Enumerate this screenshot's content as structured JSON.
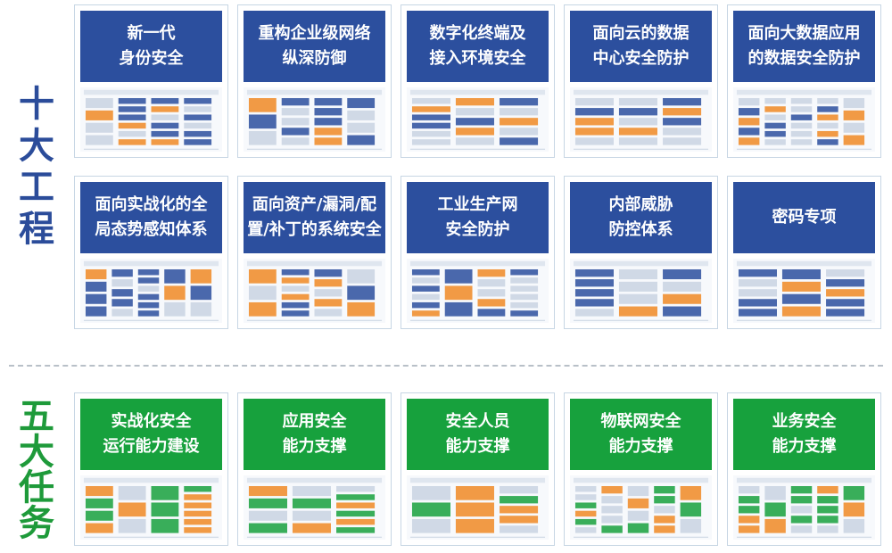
{
  "sections": {
    "top_label": [
      "十",
      "大",
      "工",
      "程"
    ],
    "bottom_label": [
      "五",
      "大",
      "任",
      "务"
    ]
  },
  "projects": [
    {
      "title": "新一代\n身份安全"
    },
    {
      "title": "重构企业级网络\n纵深防御"
    },
    {
      "title": "数字化终端及\n接入环境安全"
    },
    {
      "title": "面向云的数据\n中心安全防护"
    },
    {
      "title": "面向大数据应用\n的数据安全防护"
    },
    {
      "title": "面向实战化的全\n局态势感知体系"
    },
    {
      "title": "面向资产/漏洞/配\n置/补丁的系统安全"
    },
    {
      "title": "工业生产网\n安全防护"
    },
    {
      "title": "内部威胁\n防控体系"
    },
    {
      "title": "密码专项"
    }
  ],
  "tasks": [
    {
      "title": "实战化安全\n运行能力建设"
    },
    {
      "title": "应用安全\n能力支撑"
    },
    {
      "title": "安全人员\n能力支撑"
    },
    {
      "title": "物联网安全\n能力支撑"
    },
    {
      "title": "业务安全\n能力支撑"
    }
  ],
  "colors": {
    "project_header": "#2c4f9e",
    "task_header": "#17a13d",
    "top_label": "#2b4c9a",
    "bottom_label": "#1e9a3a",
    "thumb_accent": "#f08a24"
  }
}
